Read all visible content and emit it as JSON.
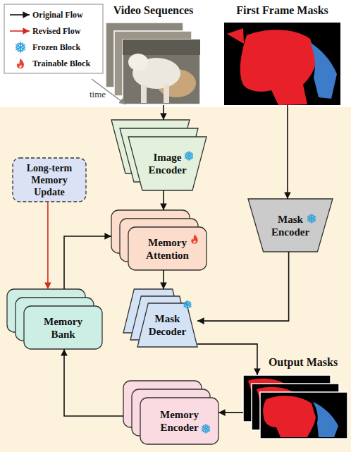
{
  "diagram": {
    "nodes": [
      {
        "text": [
          "Video Sequences"
        ]
      },
      {
        "text": [
          "First Frame Masks"
        ]
      },
      {
        "text": [
          "Image Encoder"
        ]
      },
      {
        "text": [
          "Long-term Memory Update"
        ]
      },
      {
        "text": [
          "Memory Attention"
        ]
      },
      {
        "text": [
          "Mask Encoder"
        ]
      },
      {
        "text": [
          "Memory Bank"
        ]
      },
      {
        "text": [
          "Mask Decoder"
        ]
      },
      {
        "text": [
          "Output Masks"
        ]
      },
      {
        "text": [
          "Memory Encoder"
        ]
      }
    ],
    "edges": [
      {
        "from": 0,
        "to": 2,
        "arrow": "to"
      },
      {
        "from": 1,
        "to": 5,
        "arrow": "to"
      },
      {
        "from": 2,
        "to": 4,
        "arrow": "to"
      },
      {
        "from": 3,
        "to": 6,
        "arrow": "to"
      },
      {
        "from": 6,
        "to": 4,
        "arrow": "to"
      },
      {
        "from": 4,
        "to": 7,
        "arrow": "to"
      },
      {
        "from": 5,
        "to": 7,
        "arrow": "to"
      },
      {
        "from": 7,
        "to": 8,
        "arrow": "to"
      },
      {
        "from": 8,
        "to": 9,
        "arrow": "to"
      },
      {
        "from": 9,
        "to": 6,
        "arrow": "to"
      }
    ],
    "labels": [
      "time"
    ],
    "legend": [
      {
        "text": "Original Flow"
      },
      {
        "text": "Revised Flow"
      },
      {
        "text": "Frozen Block"
      },
      {
        "text": "Trainable Block"
      }
    ]
  }
}
